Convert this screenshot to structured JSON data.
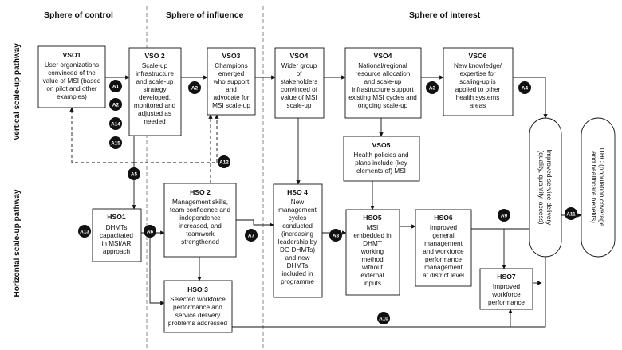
{
  "spheres": {
    "control": "Sphere of control",
    "influence": "Sphere of influence",
    "interest": "Sphere of interest"
  },
  "pathways": {
    "vertical": "Vertical scale-up pathway",
    "horizontal": "Horizontal scale-up pathway"
  },
  "vso1": {
    "title": "VSO1",
    "lines": [
      "User organizations",
      "convinced of the",
      "value of MSI (based",
      "on pilot and other",
      "examples)"
    ]
  },
  "vso2": {
    "title": "VSO 2",
    "lines": [
      "Scale-up",
      "infrastructure",
      "and scale-up",
      "strategy",
      "developed,",
      "monitored and",
      "adjusted as",
      "needed"
    ]
  },
  "vso3": {
    "title": "VSO3",
    "lines": [
      "Champions",
      "emerged",
      "who support",
      "and",
      "advocate for",
      "MSI scale-up"
    ]
  },
  "vso4a": {
    "title": "VSO4",
    "lines": [
      "Wider group",
      "of",
      "stakeholders",
      "convinced of",
      "value of MSI",
      "scale-up"
    ]
  },
  "vso4b": {
    "title": "VSO4",
    "lines": [
      "National/regional",
      "resource allocation",
      "and scale-up",
      "infrastructure support",
      "existing MSI cycles  and",
      "ongoing scale-up"
    ]
  },
  "vso6": {
    "title": "VSO6",
    "lines": [
      "New knowledge/",
      "expertise for",
      "scaling-up is",
      "applied to other",
      "health systems",
      "areas"
    ]
  },
  "vso5": {
    "title": "VSO5",
    "lines": [
      "Health policies and",
      "plans include (key",
      "elements of) MSI"
    ]
  },
  "hso1": {
    "title": "HSO1",
    "lines": [
      "DHMTs",
      "capacitated",
      "in MSI/AR",
      "approach"
    ]
  },
  "hso2": {
    "title": "HSO 2",
    "lines": [
      "Management skills,",
      "team confidence and",
      "independence",
      "increased, and",
      "teamwork",
      "strengthened"
    ]
  },
  "hso3": {
    "title": "HSO 3",
    "lines": [
      "Selected workforce",
      "performance and",
      "service delivery",
      "problems addressed"
    ]
  },
  "hso4": {
    "title": "HSO 4",
    "lines": [
      "New",
      "management",
      "cycles",
      "conducted",
      "(increasing",
      "leadership by",
      "DG DHMTs)",
      "and new",
      "DHMTs",
      "included in",
      "programme"
    ]
  },
  "hso5": {
    "title": "HSO5",
    "lines": [
      "MSI",
      "embedded in",
      "DHMT",
      "working",
      "method",
      "without",
      "external",
      "inputs"
    ]
  },
  "hso6": {
    "title": "HSO6",
    "lines": [
      "Improved",
      "general",
      "management",
      "and workforce",
      "performance",
      "management",
      "at district level"
    ]
  },
  "hso7": {
    "title": "HSO7",
    "lines": [
      "Improved",
      "workforce",
      "performance"
    ]
  },
  "improved_service": [
    "Improved service delivery",
    "(quality, quantity, access)"
  ],
  "uhc": [
    "UHC (population coverage",
    "and healthcare benefits)"
  ],
  "badges": {
    "a1": "A1",
    "a2a": "A2",
    "a14": "A14",
    "a15": "A15",
    "a2b": "A2",
    "a3": "A3",
    "a4": "A4",
    "a5": "A5",
    "a12": "A12",
    "a13": "A13",
    "a6": "A6",
    "a7": "A7",
    "a8": "A8",
    "a9": "A9",
    "a10": "A10",
    "a11": "A11"
  }
}
